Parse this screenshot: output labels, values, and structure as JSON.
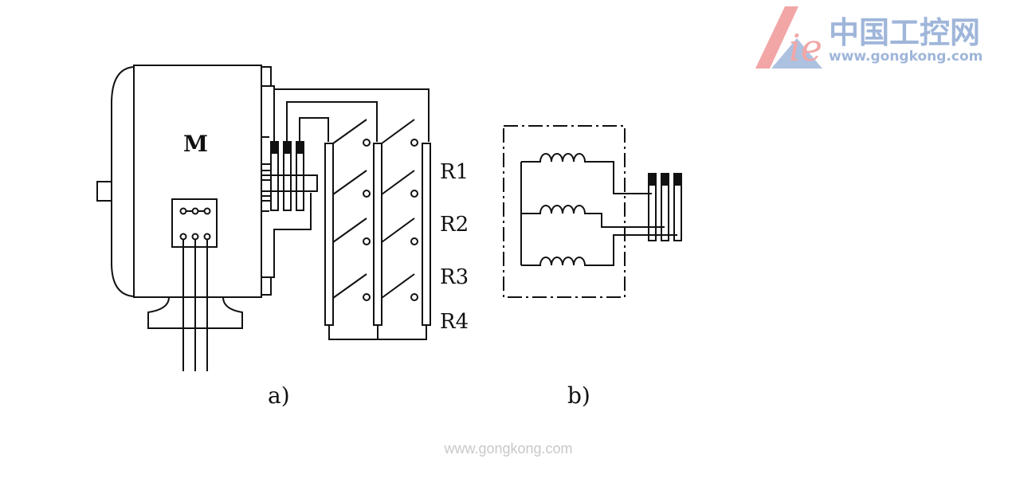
{
  "labels": {
    "motor": "M",
    "r1": "R1",
    "r2": "R2",
    "r3": "R3",
    "r4": "R4",
    "caption_a": "a)",
    "caption_b": "b)"
  },
  "watermark": {
    "logo_letters": "ie",
    "chinese": "中国工控网",
    "url": "www.gongkong.com"
  },
  "footer": "www.gongkong.com",
  "colors": {
    "ink": "#111111",
    "logo_red": "#f2a6a6",
    "logo_blue": "#9fb6da",
    "footer_gray": "#c8c8c8"
  }
}
